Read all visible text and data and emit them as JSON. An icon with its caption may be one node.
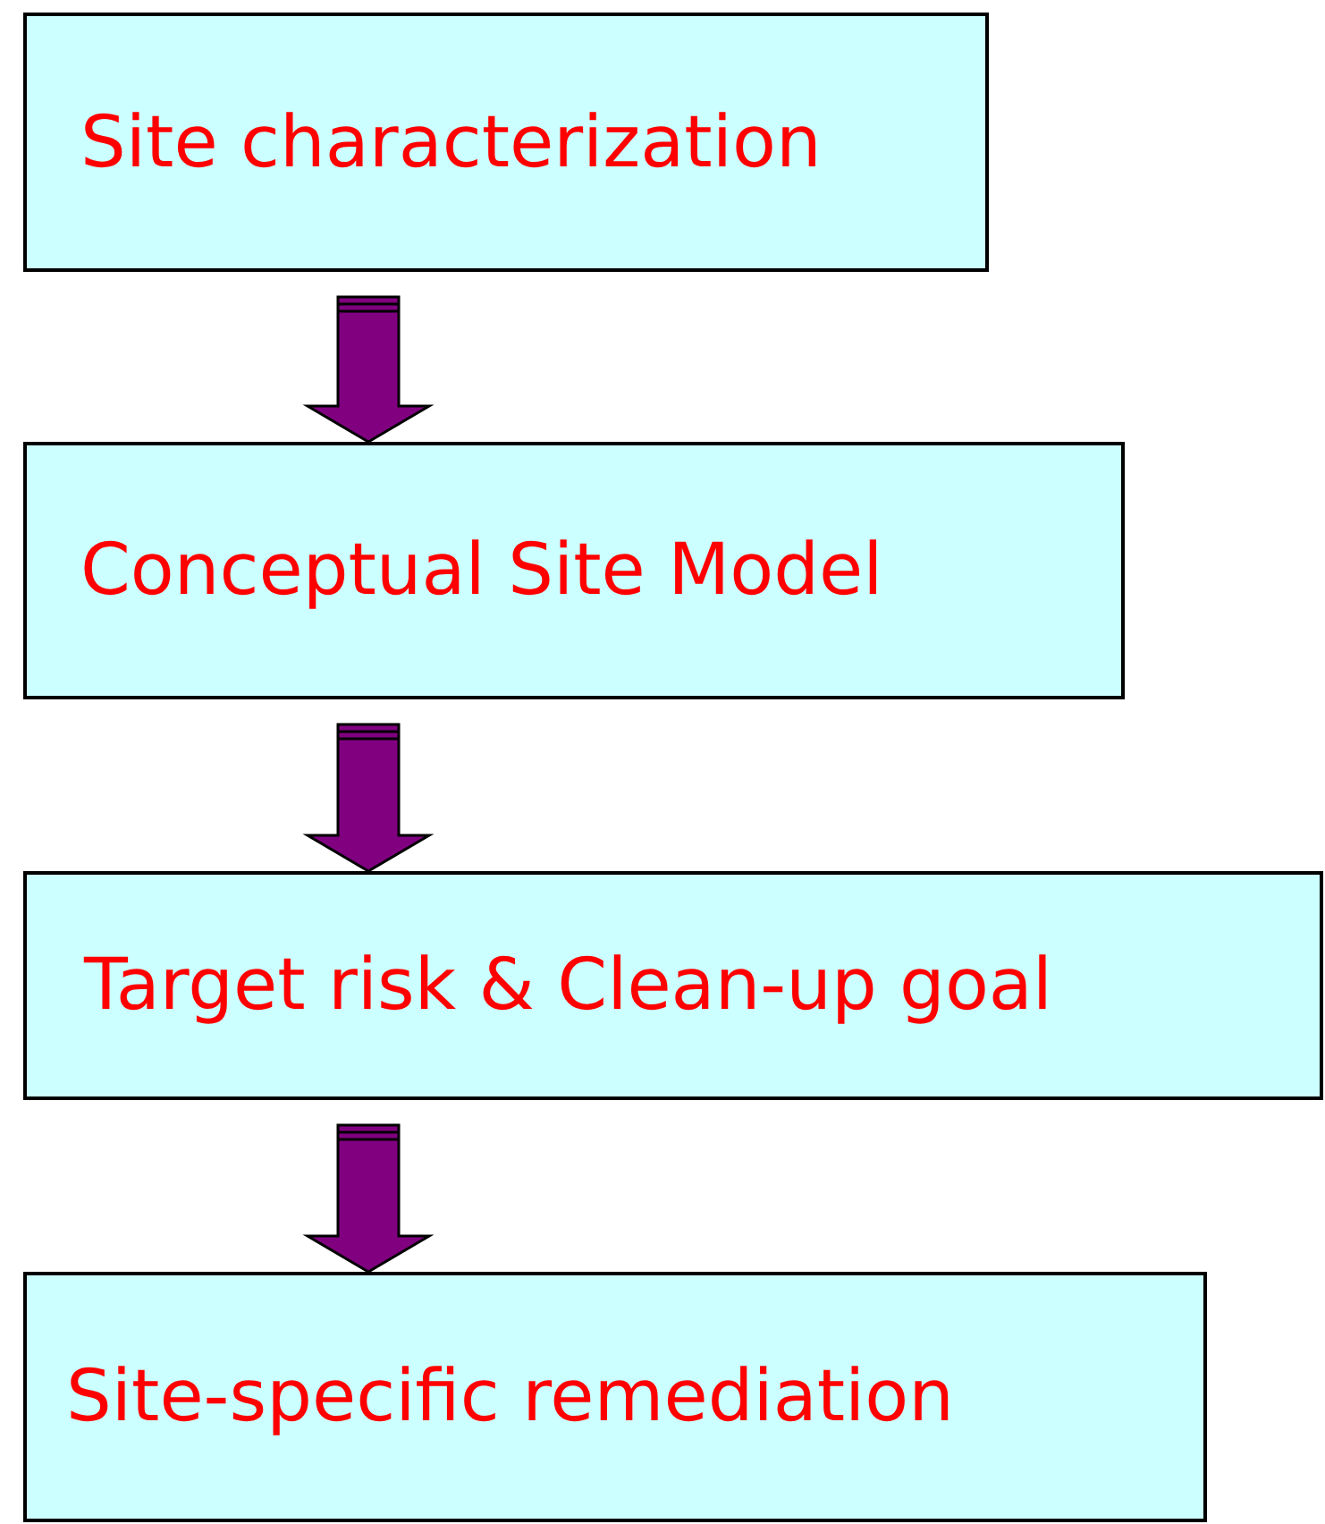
{
  "diagram": {
    "nodes": [
      {
        "text": [
          "Site characterization"
        ]
      },
      {
        "text": [
          "Conceptual Site Model"
        ]
      },
      {
        "text": [
          "Target risk & Clean-up goal"
        ]
      },
      {
        "text": [
          "Site-specific remediation"
        ]
      }
    ],
    "edges": [
      {
        "from": 0,
        "to": 1,
        "arrow": "to",
        "style": "thick"
      },
      {
        "from": 1,
        "to": 2,
        "arrow": "to",
        "style": "thick"
      },
      {
        "from": 2,
        "to": 3,
        "arrow": "to",
        "style": "thick"
      }
    ]
  }
}
